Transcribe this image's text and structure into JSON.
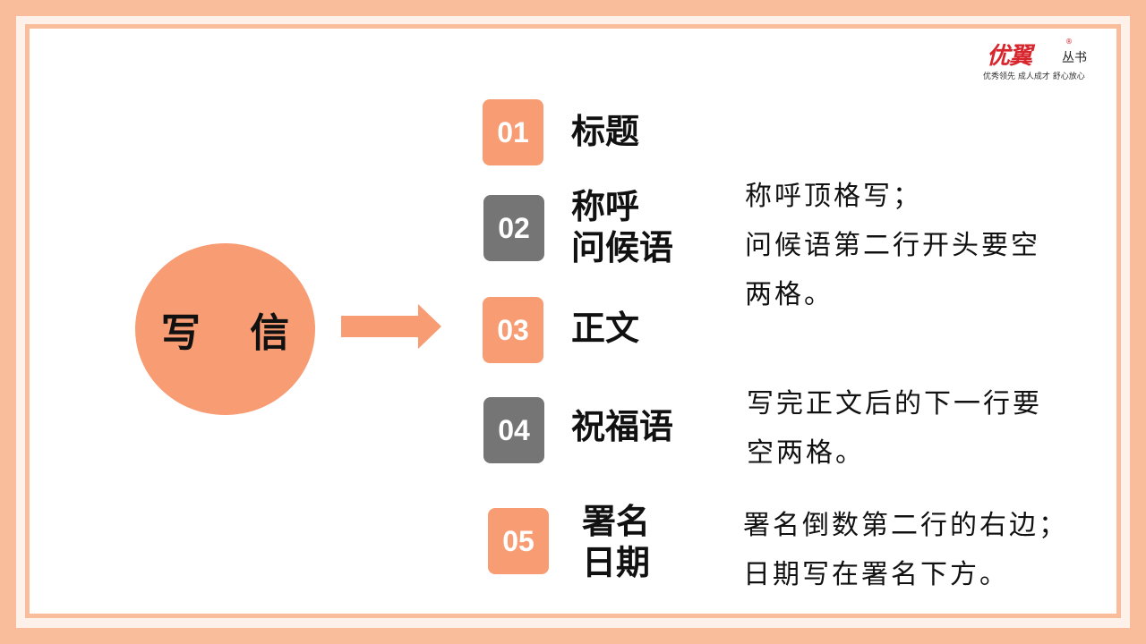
{
  "logo": {
    "brand": "优翼",
    "series": "丛书",
    "registered": "®",
    "slogan": "优秀领先 成人成才 舒心放心"
  },
  "main": {
    "topic": "写 信"
  },
  "items": [
    {
      "num": "01",
      "title_lines": [
        "标题"
      ],
      "badge_color": "#f89c73"
    },
    {
      "num": "02",
      "title_lines": [
        "称呼",
        "问候语"
      ],
      "badge_color": "#757575"
    },
    {
      "num": "03",
      "title_lines": [
        "正文"
      ],
      "badge_color": "#f89c73"
    },
    {
      "num": "04",
      "title_lines": [
        "祝福语"
      ],
      "badge_color": "#757575"
    },
    {
      "num": "05",
      "title_lines": [
        "署名",
        "日期"
      ],
      "badge_color": "#f89c73"
    }
  ],
  "descriptions": [
    {
      "lines": [
        "称呼顶格写；",
        "问候语第二行开头要空",
        "两格。"
      ]
    },
    {
      "lines": [
        "写完正文后的下一行要",
        "空两格。"
      ]
    },
    {
      "lines": [
        "署名倒数第二行的右边；",
        "日期写在署名下方。"
      ]
    }
  ],
  "colors": {
    "accent": "#f89c73",
    "frame": "#f9bd9c",
    "gray_badge": "#757575",
    "logo_red": "#d7262d"
  }
}
